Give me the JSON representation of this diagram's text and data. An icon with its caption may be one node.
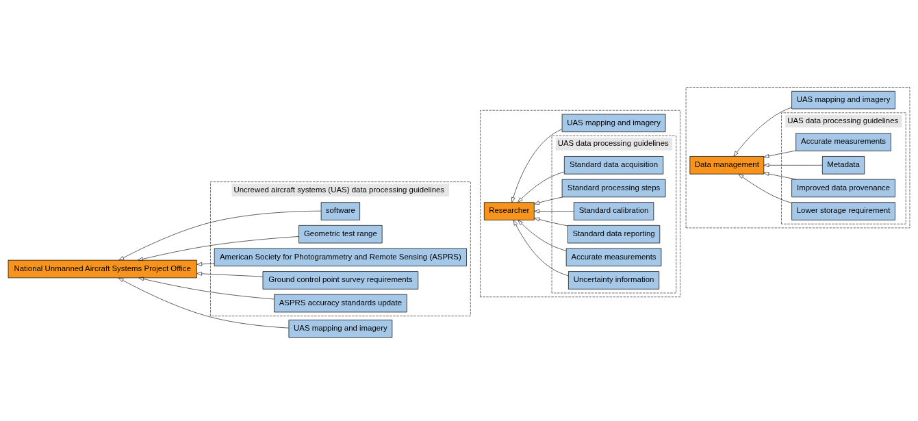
{
  "diagram": {
    "nodes": [
      {
        "text": [
          "National Unmanned Aircraft Systems Project Office"
        ]
      },
      {
        "text": [
          "Uncrewed aircraft systems (UAS) data processing guidelines"
        ]
      },
      {
        "text": [
          "software"
        ],
        "in": 1
      },
      {
        "text": [
          "Geometric test range"
        ],
        "in": 1
      },
      {
        "text": [
          "American Society for Photogrammetry and Remote Sensing (ASPRS)"
        ],
        "in": 1
      },
      {
        "text": [
          "Ground control point survey requirements"
        ],
        "in": 1
      },
      {
        "text": [
          "ASPRS accuracy standards update"
        ],
        "in": 1
      },
      {
        "text": [
          "UAS mapping and imagery"
        ]
      },
      {
        "text": [],
        "shape": "box"
      },
      {
        "text": [
          "Researcher"
        ],
        "in": 8
      },
      {
        "text": [
          "UAS data processing guidelines"
        ],
        "in": 8
      },
      {
        "text": [
          "Standard data acquisition"
        ],
        "in": 10
      },
      {
        "text": [
          "Standard processing steps"
        ],
        "in": 10
      },
      {
        "text": [
          "Standard calibration"
        ],
        "in": 10
      },
      {
        "text": [
          "Standard data reporting"
        ],
        "in": 10
      },
      {
        "text": [
          "Accurate measurements"
        ],
        "in": 10
      },
      {
        "text": [
          "Uncertainty information"
        ],
        "in": 10
      },
      {
        "text": [
          "UAS mapping and imagery"
        ],
        "in": 8
      },
      {
        "text": [],
        "shape": "box"
      },
      {
        "text": [
          "Data management"
        ],
        "in": 18
      },
      {
        "text": [
          "UAS data processing guidelines"
        ],
        "in": 18
      },
      {
        "text": [
          "Accurate measurements"
        ],
        "in": 20
      },
      {
        "text": [
          "Metadata"
        ],
        "in": 20
      },
      {
        "text": [
          "Improved data provenance"
        ],
        "in": 20
      },
      {
        "text": [
          "Lower storage requirement"
        ],
        "in": 20
      },
      {
        "text": [
          "UAS mapping and imagery"
        ],
        "in": 18
      }
    ],
    "edges": [
      {
        "from": 2,
        "to": 0,
        "arrow": "to"
      },
      {
        "from": 3,
        "to": 0,
        "arrow": "to"
      },
      {
        "from": 4,
        "to": 0,
        "arrow": "to"
      },
      {
        "from": 5,
        "to": 0,
        "arrow": "to"
      },
      {
        "from": 6,
        "to": 0,
        "arrow": "to"
      },
      {
        "from": 7,
        "to": 0,
        "arrow": "to"
      },
      {
        "from": 11,
        "to": 9,
        "arrow": "to"
      },
      {
        "from": 12,
        "to": 9,
        "arrow": "to"
      },
      {
        "from": 13,
        "to": 9,
        "arrow": "to"
      },
      {
        "from": 14,
        "to": 9,
        "arrow": "to"
      },
      {
        "from": 15,
        "to": 9,
        "arrow": "to"
      },
      {
        "from": 16,
        "to": 9,
        "arrow": "to"
      },
      {
        "from": 17,
        "to": 9,
        "arrow": "to"
      },
      {
        "from": 21,
        "to": 19,
        "arrow": "to"
      },
      {
        "from": 22,
        "to": 19,
        "arrow": "to"
      },
      {
        "from": 23,
        "to": 19,
        "arrow": "to"
      },
      {
        "from": 24,
        "to": 19,
        "arrow": "to"
      },
      {
        "from": 25,
        "to": 19,
        "arrow": "to"
      }
    ]
  }
}
